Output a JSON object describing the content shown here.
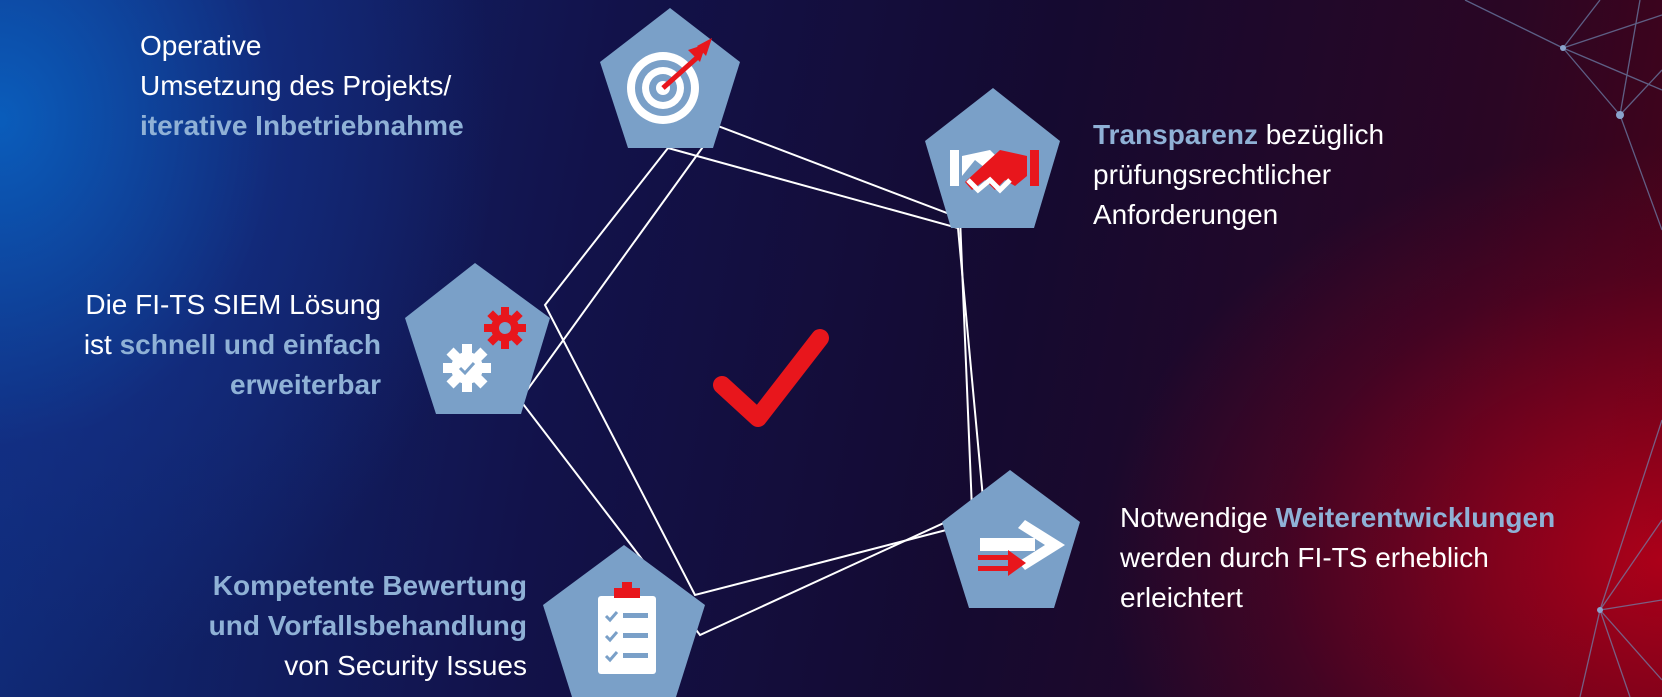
{
  "colors": {
    "pentagon_fill": "#7aa0c8",
    "highlight_text": "#8fb1d6",
    "accent_red": "#e8161c",
    "text": "#ffffff"
  },
  "center_icon": "checkmark-icon",
  "items": [
    {
      "icon": "target-icon",
      "line1": "Operative",
      "line2": "Umsetzung des Projekts/",
      "line3_highlight": "iterative Inbetriebnahme"
    },
    {
      "icon": "handshake-icon",
      "highlight": "Transparenz",
      "rest1": " bezüglich",
      "line2": "prüfungsrechtlicher",
      "line3": "Anforderungen"
    },
    {
      "icon": "arrows-icon",
      "prefix": "Notwendige ",
      "highlight": "Weiterentwicklungen",
      "line2": "werden durch FI-TS erheblich",
      "line3": "erleichtert"
    },
    {
      "icon": "checklist-icon",
      "line1_highlight": "Kompetente Bewertung",
      "line2_highlight": "und Vorfallsbehandlung",
      "line3": "von Security Issues"
    },
    {
      "icon": "gears-icon",
      "line1": "Die FI-TS SIEM Lösung",
      "line2_prefix": "ist ",
      "line2_highlight": "schnell und einfach",
      "line3_highlight": "erweiterbar"
    }
  ]
}
